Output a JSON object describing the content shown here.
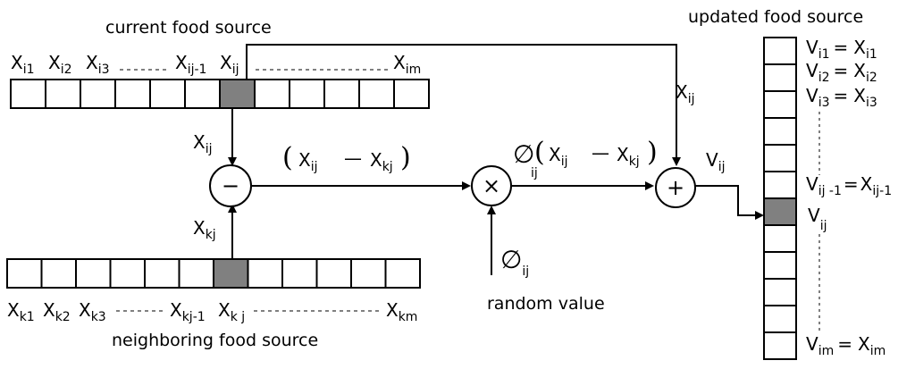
{
  "labels": {
    "current": "current food source",
    "neighboring": "neighboring food source",
    "updated": "updated food source",
    "random": "random value"
  },
  "current_row_labels": [
    {
      "m": "X",
      "s": "i1"
    },
    {
      "m": "X",
      "s": "i2"
    },
    {
      "m": "X",
      "s": "i3"
    },
    {
      "m": "X",
      "s": "ij-1"
    },
    {
      "m": "X",
      "s": "ij"
    },
    {
      "m": "X",
      "s": "im"
    }
  ],
  "neighbor_row_labels": [
    {
      "m": "X",
      "s": "k1"
    },
    {
      "m": "X",
      "s": "k2"
    },
    {
      "m": "X",
      "s": "k3"
    },
    {
      "m": "X",
      "s": "kj-1"
    },
    {
      "m": "X",
      "s": "k j"
    },
    {
      "m": "X",
      "s": "km"
    }
  ],
  "updated_labels": [
    {
      "lm": "V",
      "ls": "i1",
      "eq": "=",
      "rm": "X",
      "rs": "i1"
    },
    {
      "lm": "V",
      "ls": "i2",
      "eq": "=",
      "rm": "X",
      "rs": "i2"
    },
    {
      "lm": "V",
      "ls": "i3",
      "eq": "=",
      "rm": "X",
      "rs": "i3"
    },
    {
      "lm": "V",
      "ls": "ij -1",
      "eq": "=",
      "rm": "X",
      "rs": "ij-1"
    },
    {
      "lm": "V",
      "ls": "ij",
      "eq": "",
      "rm": "",
      "rs": ""
    },
    {
      "lm": "V",
      "ls": "im",
      "eq": "=",
      "rm": "X",
      "rs": "im"
    }
  ],
  "operators": {
    "minus": "−",
    "times": "×",
    "plus": "+"
  },
  "edges": {
    "xij_down": {
      "m": "X",
      "s": "ij"
    },
    "xkj_up": {
      "m": "X",
      "s": "kj"
    },
    "xij_to_plus": {
      "m": "X",
      "s": "ij"
    },
    "vij_out": {
      "m": "V",
      "s": "ij"
    },
    "phi_in": {
      "m": "∅",
      "s": "ij"
    }
  },
  "diff_expr": {
    "open": "(",
    "m1": "X",
    "s1": "ij",
    "minus": "—",
    "m2": "X",
    "s2": "kj",
    "close": ")"
  },
  "phi_expr": {
    "phi": "∅",
    "phis": "ij",
    "open": "(",
    "m1": "X",
    "s1": "ij",
    "minus": "—",
    "m2": "X",
    "s2": "kj",
    "close": ")"
  },
  "colors": {
    "highlight": "#808080",
    "line": "#000000",
    "cell": "#ffffff"
  }
}
